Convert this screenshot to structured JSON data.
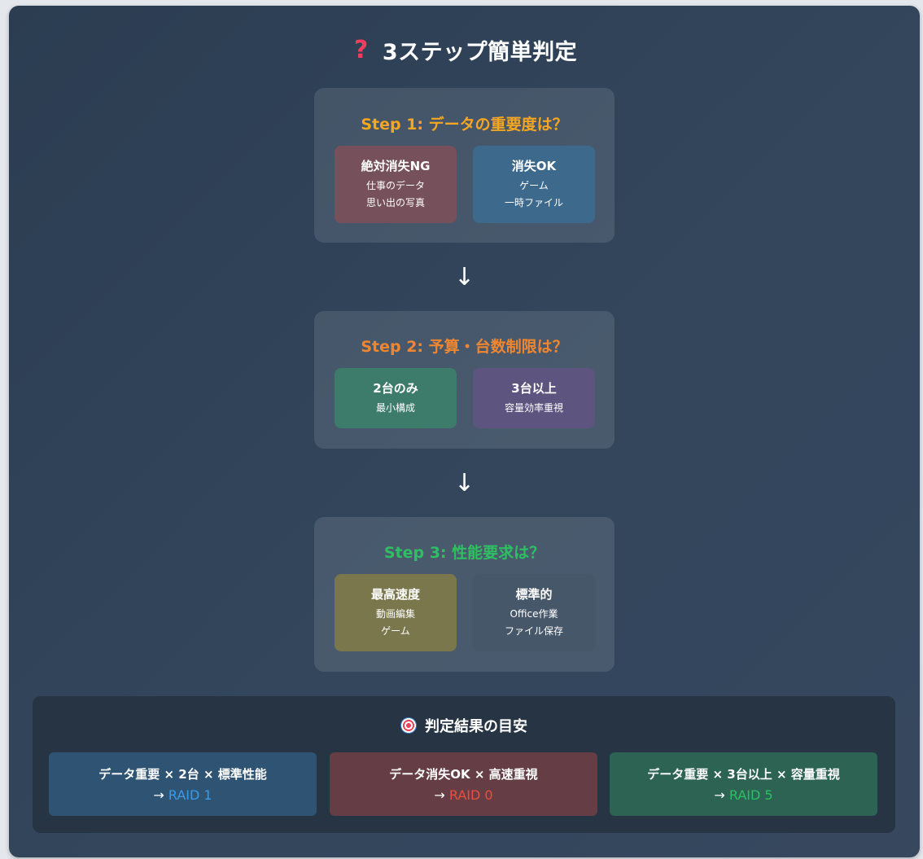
{
  "title": "3ステップ簡単判定",
  "title_icon": "question-mark-icon",
  "arrow_glyph": "↓",
  "colors": {
    "step1_title": "#f5a623",
    "step2_title": "#f0862f",
    "step3_title": "#2fbf63",
    "raid1": "#3b9be6",
    "raid0": "#e8503f",
    "raid5": "#2fbf63"
  },
  "steps": [
    {
      "title": "Step 1: データの重要度は？",
      "options": [
        {
          "heading": "絶対消失NG",
          "lines": [
            "仕事のデータ",
            "思い出の写真"
          ],
          "color": "#76505a"
        },
        {
          "heading": "消失OK",
          "lines": [
            "ゲーム",
            "一時ファイル"
          ],
          "color": "#3d6a8c"
        }
      ]
    },
    {
      "title": "Step 2: 予算・台数制限は？",
      "options": [
        {
          "heading": "2台のみ",
          "lines": [
            "最小構成"
          ],
          "color": "#3d7b6a"
        },
        {
          "heading": "3台以上",
          "lines": [
            "容量効率重視"
          ],
          "color": "#5e5480"
        }
      ]
    },
    {
      "title": "Step 3: 性能要求は？",
      "options": [
        {
          "heading": "最高速度",
          "lines": [
            "動画編集",
            "ゲーム"
          ],
          "color": "#7b774c"
        },
        {
          "heading": "標準的",
          "lines": [
            "Office作業",
            "ファイル保存"
          ],
          "color": "#47576a"
        }
      ]
    }
  ],
  "result": {
    "title": "判定結果の目安",
    "icon": "target-icon",
    "cards": [
      {
        "condition": "データ重要 × 2台 × 標準性能",
        "arrow": "→",
        "raid": "RAID 1",
        "color": "#2e5373"
      },
      {
        "condition": "データ消失OK × 高速重視",
        "arrow": "→",
        "raid": "RAID 0",
        "color": "#643d45"
      },
      {
        "condition": "データ重要 × 3台以上 × 容量重視",
        "arrow": "→",
        "raid": "RAID 5",
        "color": "#2c6353"
      }
    ]
  }
}
